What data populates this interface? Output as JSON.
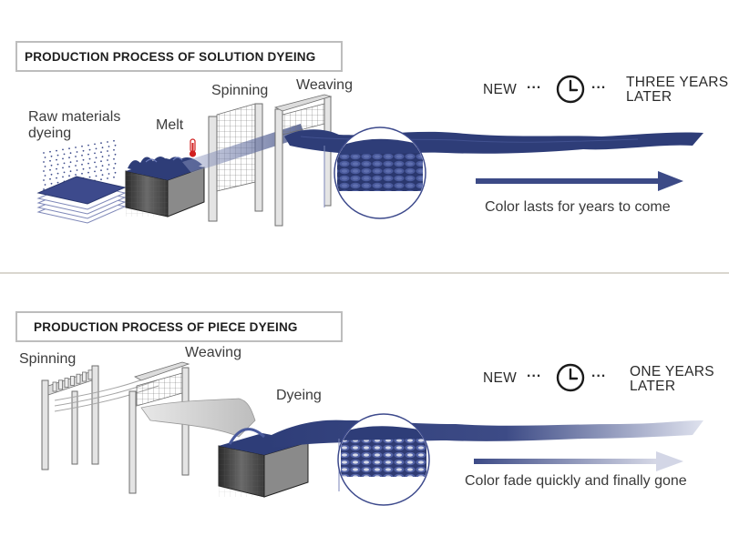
{
  "solution": {
    "title": "PRODUCTION PROCESS OF SOLUTION DYEING",
    "steps": {
      "raw_materials": "Raw materials\ndyeing",
      "melt": "Melt",
      "spinning": "Spinning",
      "weaving": "Weaving"
    },
    "timeline": {
      "start": "NEW",
      "dots": "···",
      "end": "THREE YEARS\nLATER"
    },
    "message": "Color lasts for years to come"
  },
  "piece": {
    "title": "PRODUCTION PROCESS OF PIECE DYEING",
    "steps": {
      "spinning": "Spinning",
      "weaving": "Weaving",
      "dyeing": "Dyeing"
    },
    "timeline": {
      "start": "NEW",
      "dots": "···",
      "end": "ONE YEARS\nLATER"
    },
    "message": "Color fade quickly and finally gone"
  },
  "colors": {
    "fabric": "#2e3d78",
    "frame": "#d8d8d8",
    "frame_stroke": "#7a7a7a",
    "tank": "#4a4a4a",
    "thermometer": "#d11f1f"
  }
}
